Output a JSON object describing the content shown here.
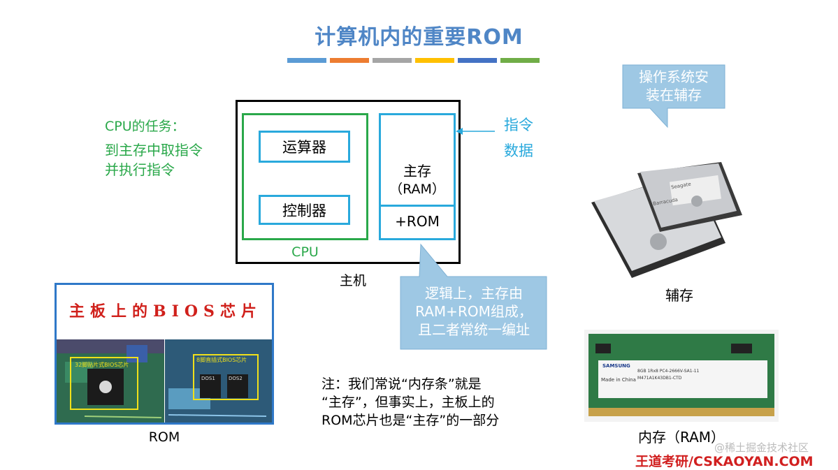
{
  "title": "计算机内的重要ROM",
  "title_bar_colors": [
    "#5b9bd5",
    "#ed7d31",
    "#a5a5a5",
    "#ffc000",
    "#4472c4",
    "#70ad47"
  ],
  "cpu_task": {
    "line1": "CPU的任务：",
    "line2": "到主存中取指令",
    "line3": "并执行指令"
  },
  "diagram": {
    "alu_label": "运算器",
    "control_label": "控制器",
    "cpu_label": "CPU",
    "host_label": "主机",
    "main_memory_line1": "主存",
    "main_memory_line2": "（RAM）",
    "rom_label": "+ROM",
    "instruction_label": "指令",
    "data_label": "数据"
  },
  "callout_os": {
    "line1": "操作系统安",
    "line2": "装在辅存"
  },
  "callout_logic": {
    "line1": "逻辑上，主存由",
    "line2": "RAM+ROM组成，",
    "line3": "且二者常统一编址"
  },
  "bios_panel": {
    "heading": "主板上的BIOS芯片",
    "chip1_tag": "32脚贴片式BIOS芯片",
    "chip2_tag": "8脚直插式BIOS芯片",
    "chip_mark1": "DOS1",
    "chip_mark2": "DOS2",
    "caption": "ROM"
  },
  "note": {
    "line1": "注：我们常说“内存条”就是",
    "line2": "“主存”，但事实上，主板上的",
    "line3": "ROM芯片也是“主存”的一部分"
  },
  "aux_caption": "辅存",
  "ram_caption": "内存（RAM）",
  "ram_stick": {
    "brand": "SAMSUNG",
    "made_in": "Made in China",
    "part1": "8GB 1Rx8 PC4-2666V-SA1-11",
    "part2": "M471A1K43DB1-CTD"
  },
  "hdd_labels": [
    "Barracuda",
    "Seagate"
  ],
  "watermark": "@稀土掘金技术社区",
  "brand": "王道考研/CSKAOYAN.COM"
}
